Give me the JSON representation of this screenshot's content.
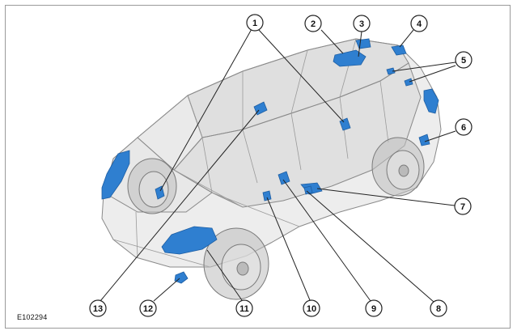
{
  "figure": {
    "id_label": "E102294",
    "callouts": [
      {
        "number": "1"
      },
      {
        "number": "2"
      },
      {
        "number": "3"
      },
      {
        "number": "4"
      },
      {
        "number": "5"
      },
      {
        "number": "6"
      },
      {
        "number": "7"
      },
      {
        "number": "8"
      },
      {
        "number": "9"
      },
      {
        "number": "10"
      },
      {
        "number": "11"
      },
      {
        "number": "12"
      },
      {
        "number": "13"
      }
    ]
  },
  "colors": {
    "highlight": "#2f7fd0",
    "highlight_dark": "#1d5ea3",
    "vehicle_line": "#8a8a8a",
    "vehicle_fill": "#d9d9d9",
    "leader": "#222222"
  }
}
